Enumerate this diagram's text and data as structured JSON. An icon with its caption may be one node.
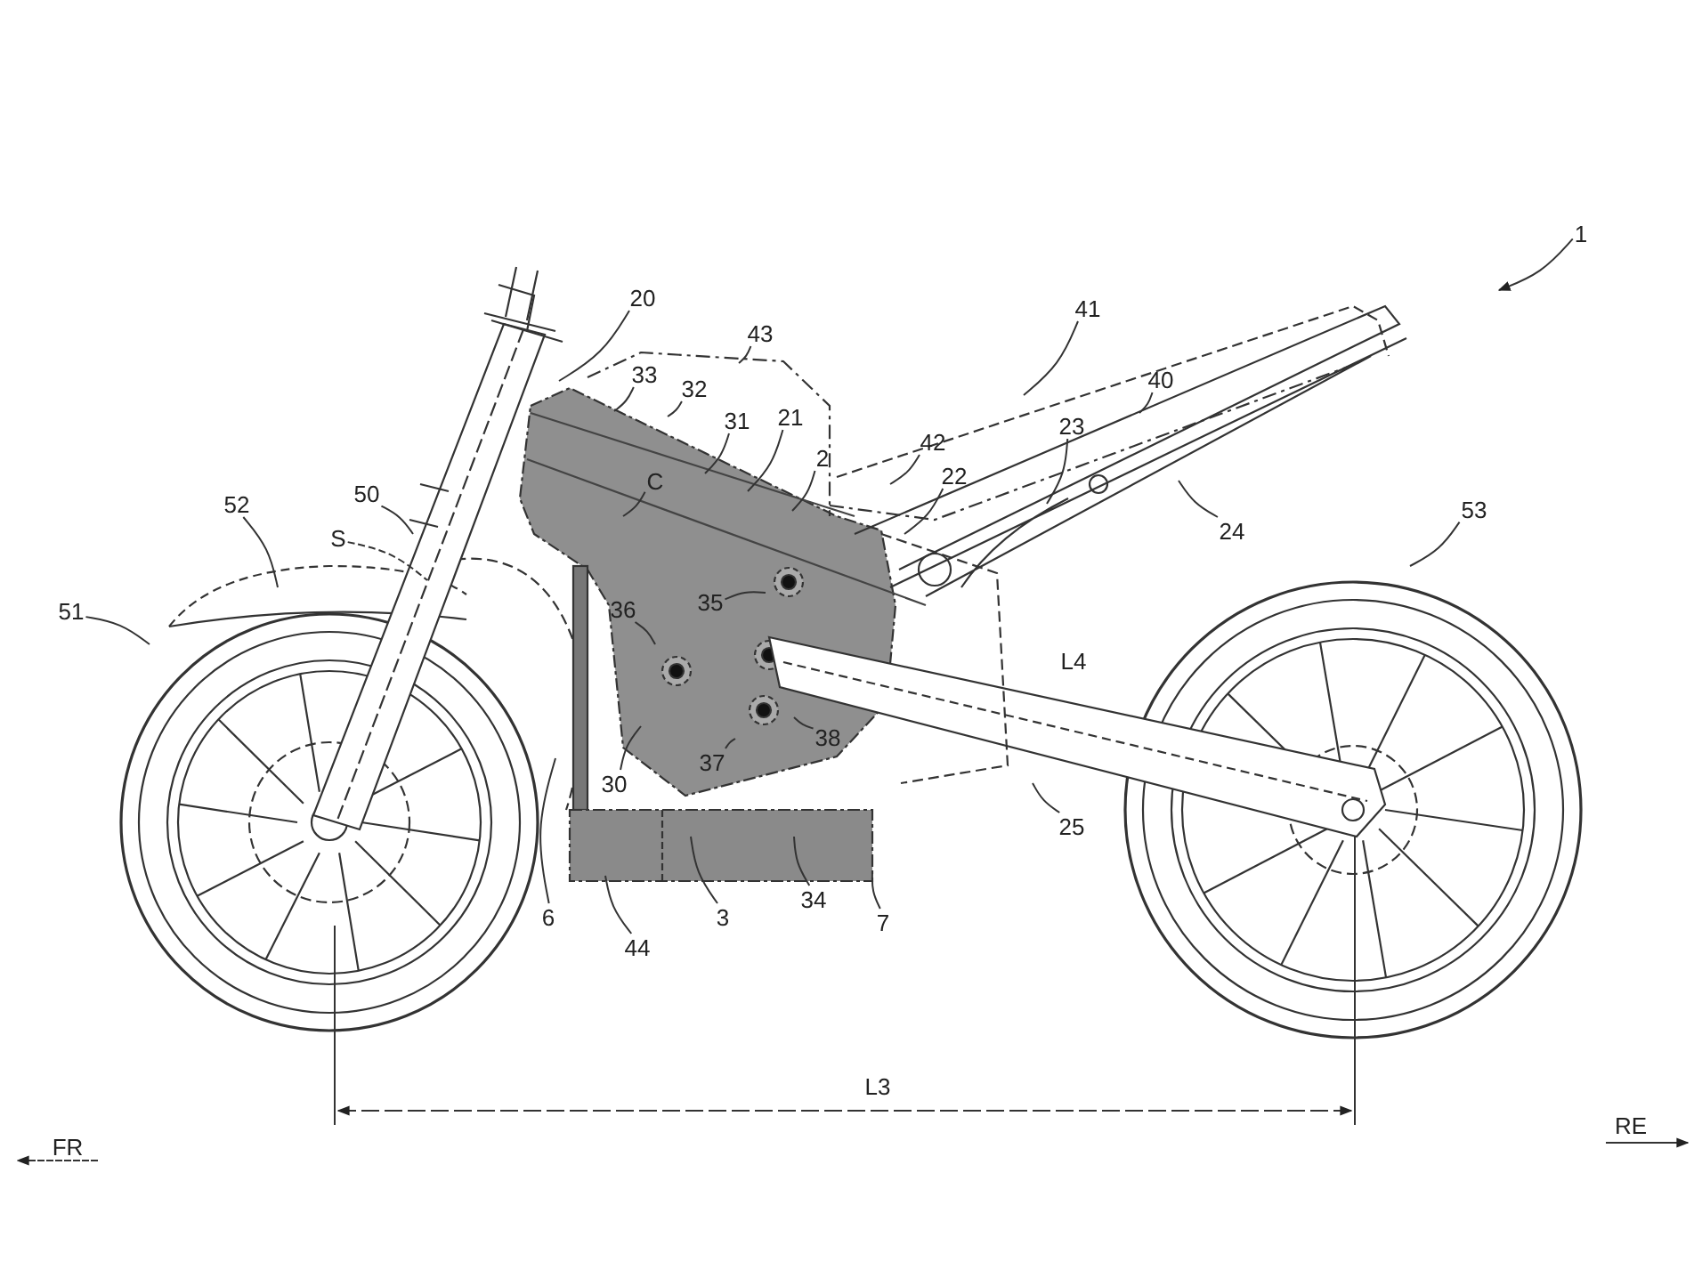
{
  "diagram": {
    "nodes": [
      {
        "text": [
          "1"
        ]
      },
      {
        "text": [
          "20"
        ]
      },
      {
        "text": [
          "43"
        ]
      },
      {
        "text": [
          "41"
        ]
      },
      {
        "text": [
          "40"
        ]
      },
      {
        "text": [
          "33"
        ]
      },
      {
        "text": [
          "32"
        ]
      },
      {
        "text": [
          "31"
        ]
      },
      {
        "text": [
          "21"
        ]
      },
      {
        "text": [
          "2"
        ]
      },
      {
        "text": [
          "42"
        ]
      },
      {
        "text": [
          "22"
        ]
      },
      {
        "text": [
          "23"
        ]
      },
      {
        "text": [
          "24"
        ]
      },
      {
        "text": [
          "53"
        ]
      },
      {
        "text": [
          "50"
        ]
      },
      {
        "text": [
          "52"
        ]
      },
      {
        "text": [
          "S"
        ]
      },
      {
        "text": [
          "C"
        ]
      },
      {
        "text": [
          "51"
        ]
      },
      {
        "text": [
          "35"
        ]
      },
      {
        "text": [
          "36"
        ]
      },
      {
        "text": [
          "38"
        ]
      },
      {
        "text": [
          "37"
        ]
      },
      {
        "text": [
          "30"
        ]
      },
      {
        "text": [
          "25"
        ]
      },
      {
        "text": [
          "6"
        ]
      },
      {
        "text": [
          "3"
        ]
      },
      {
        "text": [
          "34"
        ]
      },
      {
        "text": [
          "7"
        ]
      },
      {
        "text": [
          "44"
        ]
      }
    ],
    "edges": [
      {
        "from": 0,
        "to": null,
        "arrow": "to"
      },
      {
        "from": 1,
        "to": null,
        "arrow": "none"
      },
      {
        "from": 2,
        "to": null,
        "arrow": "none"
      },
      {
        "from": 3,
        "to": null,
        "arrow": "none"
      },
      {
        "from": 4,
        "to": null,
        "arrow": "none"
      },
      {
        "from": 5,
        "to": null,
        "arrow": "none"
      },
      {
        "from": 6,
        "to": null,
        "arrow": "none"
      },
      {
        "from": 7,
        "to": null,
        "arrow": "none"
      },
      {
        "from": 8,
        "to": null,
        "arrow": "none"
      },
      {
        "from": 9,
        "to": null,
        "arrow": "none"
      },
      {
        "from": 10,
        "to": null,
        "arrow": "none"
      },
      {
        "from": 11,
        "to": null,
        "arrow": "none"
      },
      {
        "from": 12,
        "to": null,
        "arrow": "none"
      },
      {
        "from": 13,
        "to": null,
        "arrow": "none"
      },
      {
        "from": 14,
        "to": null,
        "arrow": "none"
      },
      {
        "from": 15,
        "to": null,
        "arrow": "none"
      },
      {
        "from": 16,
        "to": null,
        "arrow": "none"
      },
      {
        "from": 17,
        "to": null,
        "arrow": "none",
        "style": "dashed"
      },
      {
        "from": 18,
        "to": null,
        "arrow": "none"
      },
      {
        "from": 19,
        "to": null,
        "arrow": "none"
      },
      {
        "from": 20,
        "to": null,
        "arrow": "none"
      },
      {
        "from": 21,
        "to": null,
        "arrow": "none"
      },
      {
        "from": 22,
        "to": null,
        "arrow": "none"
      },
      {
        "from": 23,
        "to": null,
        "arrow": "none"
      },
      {
        "from": 24,
        "to": null,
        "arrow": "none"
      },
      {
        "from": 25,
        "to": null,
        "arrow": "none"
      },
      {
        "from": 26,
        "to": null,
        "arrow": "none"
      },
      {
        "from": 27,
        "to": null,
        "arrow": "none"
      },
      {
        "from": 28,
        "to": null,
        "arrow": "none"
      },
      {
        "from": 29,
        "to": null,
        "arrow": "none"
      },
      {
        "from": 30,
        "to": null,
        "arrow": "none"
      }
    ],
    "labels": [
      "L4",
      "L3",
      "FR",
      "RE"
    ]
  }
}
